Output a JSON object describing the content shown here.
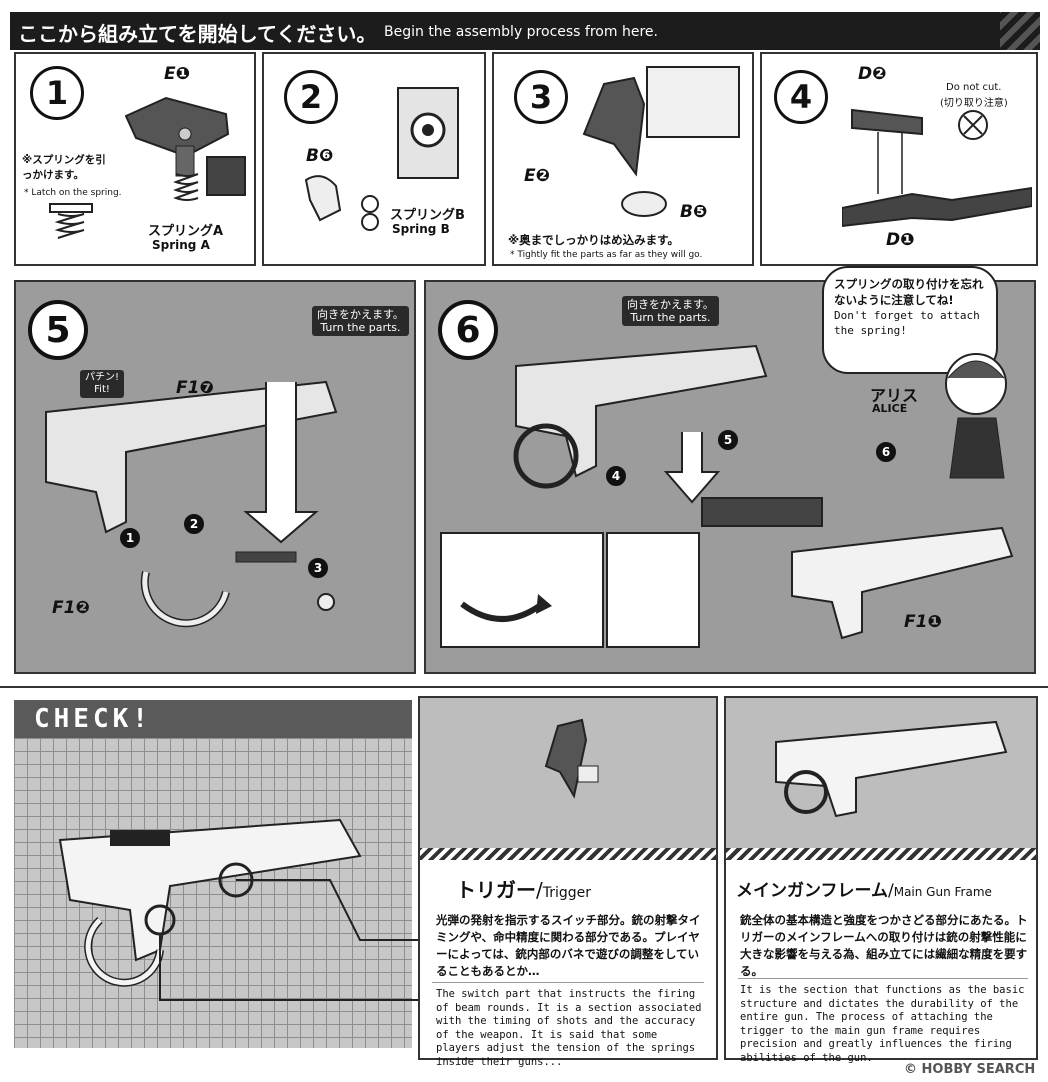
{
  "header": {
    "title_jp": "ここから組み立てを開始してください。",
    "title_en": "Begin the assembly process from here."
  },
  "steps": {
    "s1": {
      "number": "1",
      "part": "E❶",
      "note_jp": "※スプリングを引っかけます。",
      "note_en": "* Latch on the spring.",
      "spring_jp": "スプリングA",
      "spring_en": "Spring A"
    },
    "s2": {
      "number": "2",
      "part": "B❻",
      "spring_jp": "スプリングB",
      "spring_en": "Spring B"
    },
    "s3": {
      "number": "3",
      "part_a": "E❷",
      "part_b": "B❺",
      "note_jp": "※奥までしっかりはめ込みます。",
      "note_en": "* Tightly fit the parts as far as they will go."
    },
    "s4": {
      "number": "4",
      "part_top": "D❷",
      "part_bottom": "D❶",
      "caution_en": "Do not cut.",
      "caution_jp": "(切り取り注意)"
    },
    "s5": {
      "number": "5",
      "part_top": "F1❼",
      "part_bottom": "F1❷",
      "fit_jp": "パチン!",
      "fit_en": "Fit!",
      "turn_jp": "向きをかえます。",
      "turn_en": "Turn the parts.",
      "sub1": "1",
      "sub2": "2",
      "sub3": "3"
    },
    "s6": {
      "number": "6",
      "part": "F1❶",
      "turn_jp": "向きをかえます。",
      "turn_en": "Turn the parts.",
      "sub4": "4",
      "sub5": "5",
      "sub6": "6"
    }
  },
  "alice": {
    "bubble_jp": "スプリングの取り付けを忘れないように注意してね!",
    "bubble_en": "Don't forget to attach the spring!",
    "name_jp": "アリス",
    "name_en": "ALICE"
  },
  "check": {
    "title": "CHECK!",
    "trigger": {
      "title_jp": "トリガー",
      "title_en": "Trigger",
      "desc_jp": "光弾の発射を指示するスイッチ部分。銃の射撃タイミングや、命中精度に関わる部分である。プレイヤーによっては、銃内部のバネで遊びの調整をしていることもあるとか…",
      "desc_en": "The switch part that instructs the firing of beam rounds. It is a section associated with the timing of shots and the accuracy of the weapon. It is said that some players adjust the tension of the springs inside their guns..."
    },
    "frame": {
      "title_jp": "メインガンフレーム",
      "title_en": "Main Gun Frame",
      "desc_jp": "銃全体の基本構造と強度をつかさどる部分にあたる。トリガーのメインフレームへの取り付けは銃の射撃性能に大きな影響を与える為、組み立てには繊細な精度を要する。",
      "desc_en": "It is the section that functions as the basic structure and dictates the durability of the entire gun. The process of attaching the trigger to the main gun frame requires precision and greatly influences the firing abilities of the gun."
    }
  },
  "watermark": "© HOBBY SEARCH"
}
